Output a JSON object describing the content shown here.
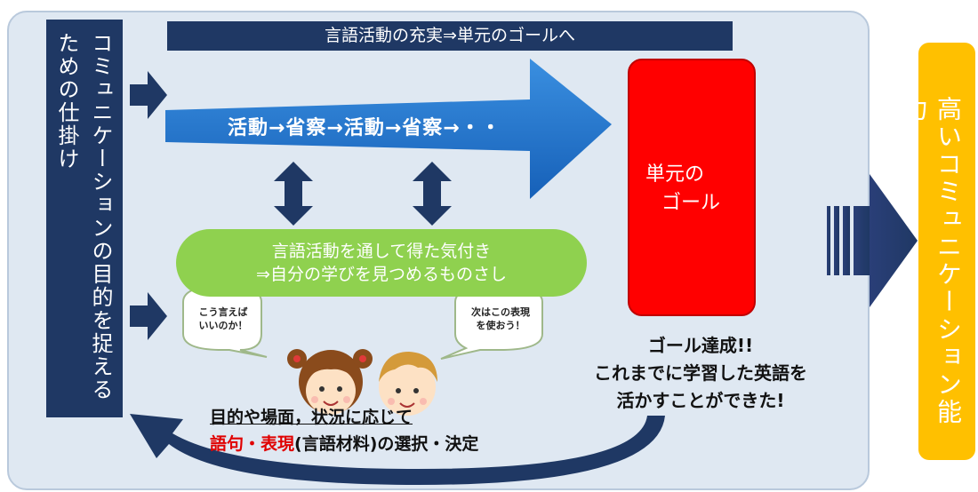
{
  "left_panel": {
    "label": "コミュニケーションの目的を捉えるための仕掛け"
  },
  "top_banner": {
    "label": "言語活動の充実⇒単元のゴールへ"
  },
  "cycle_arrow": {
    "label": "活動→省察→活動→省察→・・"
  },
  "goal_box": {
    "line1": "単元の",
    "line2": "ゴール"
  },
  "green_oval": {
    "line1": "言語活動を通して得た気付き",
    "line2": "⇒自分の学びを見つめるものさし"
  },
  "bubble_left": {
    "line1": "こう言えば",
    "line2": "いいのか！"
  },
  "bubble_right": {
    "line1": "次はこの表現",
    "line2": "を使おう！"
  },
  "goal_achieved": {
    "line1": "ゴール達成!!",
    "line2": "これまでに学習した英語を",
    "line3": "活かすことができた!"
  },
  "selection": {
    "line1": "目的や場面，状況に応じて",
    "line2_red": "語句・表現",
    "line2_rest": "(言語材料)の選択・決定"
  },
  "right_panel": {
    "label": "高いコミュニケーション能力"
  },
  "colors": {
    "navy": "#1f3864",
    "blue": "#1a6fc9",
    "red": "#ff0000",
    "green": "#8fd14f",
    "gold": "#ffc000",
    "panel": "#dfe8f2"
  }
}
